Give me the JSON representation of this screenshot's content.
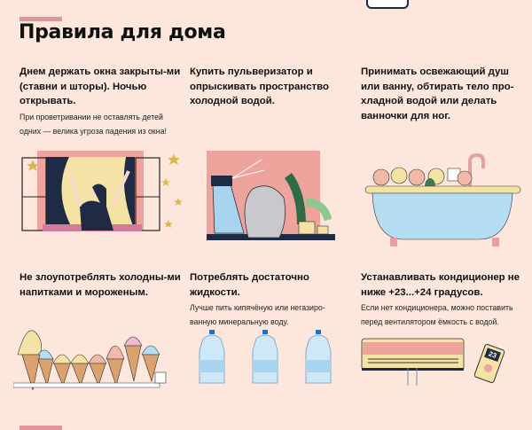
{
  "title": "Правила для дома",
  "tips": [
    {
      "heading": "Днем держать окна закрыты-ми (ставни и шторы). Ночью открывать.",
      "note": "При проветривании не оставлять детей одних — велика угроза падения из окна!"
    },
    {
      "heading": "Купить пульверизатор и опрыскивать пространство холодной водой.",
      "note": ""
    },
    {
      "heading": "Принимать освежающий душ или ванну, обтирать тело про-хладной водой или делать ванночки для ног.",
      "note": ""
    },
    {
      "heading": "Не злоупотреблять холодны-ми напитками и мороженым.",
      "note": ""
    },
    {
      "heading": "Потреблять достаточно жидкости.",
      "note": "Лучше пить кипячёную или негазиро-ванную минеральную воду."
    },
    {
      "heading": "Устанавливать кондиционер не ниже +23...+24 градусов.",
      "note": "Если нет кондиционера, можно поставить перед вентилятором ёмкость с водой."
    }
  ],
  "remote_display": "23",
  "colors": {
    "background": "#fde7dd",
    "accent": "#e0959a"
  }
}
